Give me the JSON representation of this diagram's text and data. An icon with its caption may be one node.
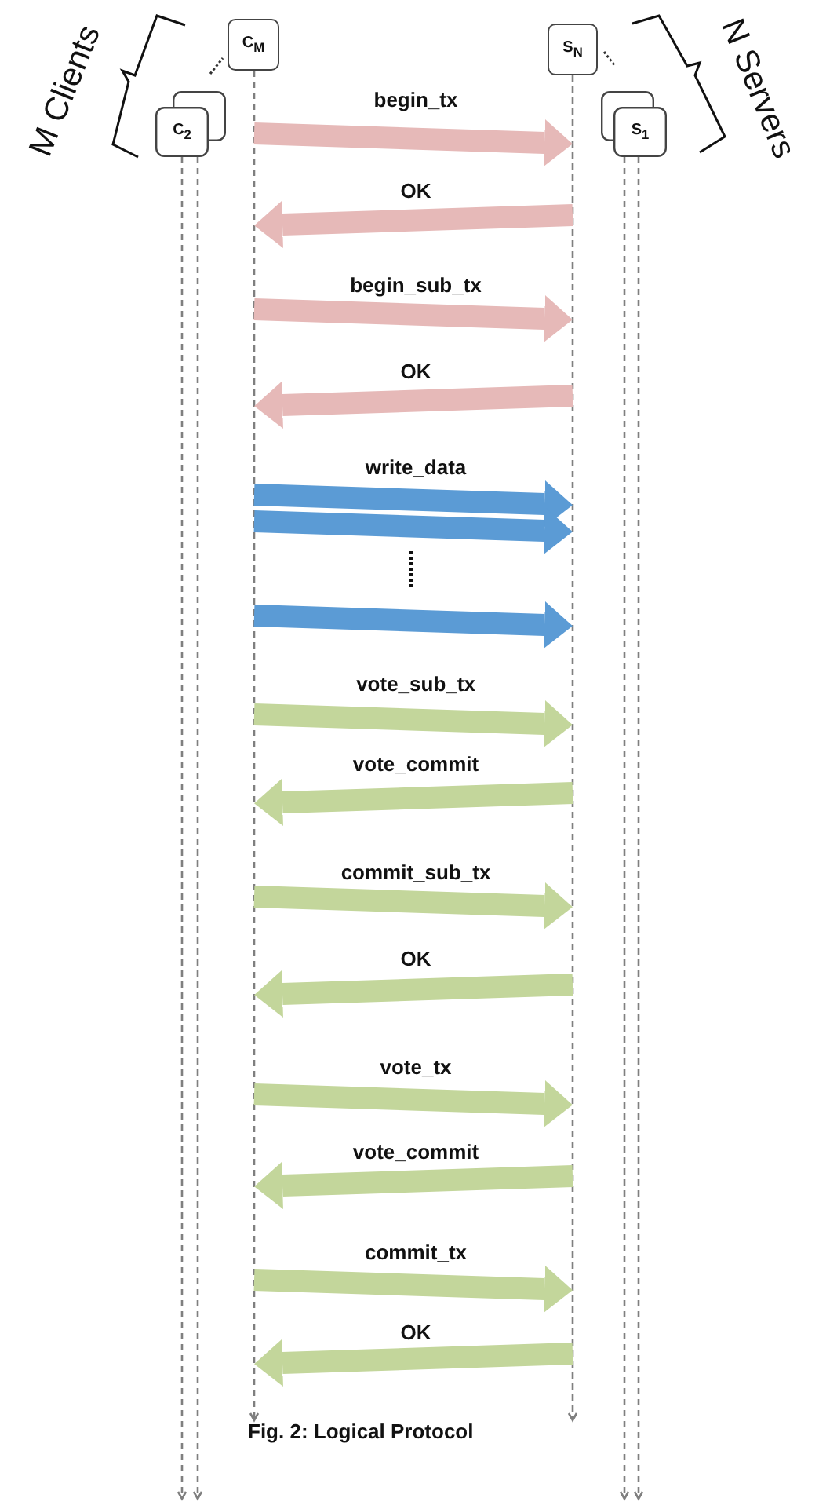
{
  "diagram": {
    "caption": "Fig. 2: Logical Protocol",
    "nodes": [
      {
        "text": [
          "C$_{M}$"
        ]
      },
      {
        "text": [
          "C$_{2}$"
        ]
      },
      {
        "text": [
          "S$_{N}$"
        ]
      },
      {
        "text": [
          "S$_{1}$"
        ]
      },
      {
        "text": [],
        "shape": "line"
      },
      {
        "text": [],
        "shape": "line"
      },
      {
        "text": [],
        "shape": "line"
      },
      {
        "text": [],
        "shape": "line"
      },
      {
        "text": [],
        "shape": "line"
      },
      {
        "text": [],
        "shape": "line"
      }
    ],
    "edges": [
      {
        "from": 6,
        "to": 7,
        "label": "begin_tx",
        "arrow": "to",
        "color": "#e6b9b8"
      },
      {
        "from": 7,
        "to": 6,
        "label": "OK",
        "arrow": "to",
        "color": "#e6b9b8"
      },
      {
        "from": 6,
        "to": 7,
        "label": "begin_sub_tx",
        "arrow": "to",
        "color": "#e6b9b8"
      },
      {
        "from": 7,
        "to": 6,
        "label": "OK",
        "arrow": "to",
        "color": "#e6b9b8"
      },
      {
        "from": 6,
        "to": 7,
        "label": "write_data",
        "arrow": "to",
        "color": "#5b9bd5"
      },
      {
        "from": 6,
        "to": 7,
        "arrow": "to",
        "color": "#5b9bd5"
      },
      {
        "from": 6,
        "to": 7,
        "arrow": "to",
        "color": "#5b9bd5"
      },
      {
        "from": 6,
        "to": 7,
        "label": "vote_sub_tx",
        "arrow": "to",
        "color": "#c3d69b"
      },
      {
        "from": 7,
        "to": 6,
        "label": "vote_commit",
        "arrow": "to",
        "color": "#c3d69b"
      },
      {
        "from": 6,
        "to": 7,
        "label": "commit_sub_tx",
        "arrow": "to",
        "color": "#c3d69b"
      },
      {
        "from": 7,
        "to": 6,
        "label": "OK",
        "arrow": "to",
        "color": "#c3d69b"
      },
      {
        "from": 6,
        "to": 7,
        "label": "vote_tx",
        "arrow": "to",
        "color": "#c3d69b"
      },
      {
        "from": 7,
        "to": 6,
        "label": "vote_commit",
        "arrow": "to",
        "color": "#c3d69b"
      },
      {
        "from": 6,
        "to": 7,
        "label": "commit_tx",
        "arrow": "to",
        "color": "#c3d69b"
      },
      {
        "from": 7,
        "to": 6,
        "label": "OK",
        "arrow": "to",
        "color": "#c3d69b"
      }
    ],
    "labels": [
      "M Clients",
      "N Servers"
    ]
  }
}
